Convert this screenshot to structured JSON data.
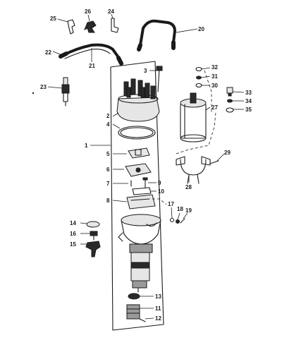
{
  "callouts": [
    {
      "id": "c1",
      "label": "1"
    },
    {
      "id": "c2",
      "label": "2"
    },
    {
      "id": "c3",
      "label": "3"
    },
    {
      "id": "c4",
      "label": "4"
    },
    {
      "id": "c5",
      "label": "5"
    },
    {
      "id": "c6",
      "label": "6"
    },
    {
      "id": "c7",
      "label": "7"
    },
    {
      "id": "c8",
      "label": "8"
    },
    {
      "id": "c9",
      "label": "9"
    },
    {
      "id": "c10",
      "label": "10"
    },
    {
      "id": "c11",
      "label": "11"
    },
    {
      "id": "c12",
      "label": "12"
    },
    {
      "id": "c13",
      "label": "13"
    },
    {
      "id": "c14",
      "label": "14"
    },
    {
      "id": "c15",
      "label": "15"
    },
    {
      "id": "c16",
      "label": "16"
    },
    {
      "id": "c17",
      "label": "17"
    },
    {
      "id": "c18",
      "label": "18"
    },
    {
      "id": "c19",
      "label": "19"
    },
    {
      "id": "c20",
      "label": "20"
    },
    {
      "id": "c21",
      "label": "21"
    },
    {
      "id": "c22",
      "label": "22"
    },
    {
      "id": "c23",
      "label": "23"
    },
    {
      "id": "c24",
      "label": "24"
    },
    {
      "id": "c25",
      "label": "25"
    },
    {
      "id": "c26",
      "label": "26"
    },
    {
      "id": "c27",
      "label": "27"
    },
    {
      "id": "c28",
      "label": "28"
    },
    {
      "id": "c29",
      "label": "29"
    },
    {
      "id": "c30",
      "label": "30"
    },
    {
      "id": "c31",
      "label": "31"
    },
    {
      "id": "c32",
      "label": "32"
    },
    {
      "id": "c33",
      "label": "33"
    },
    {
      "id": "c34",
      "label": "34"
    },
    {
      "id": "c35",
      "label": "35"
    }
  ]
}
